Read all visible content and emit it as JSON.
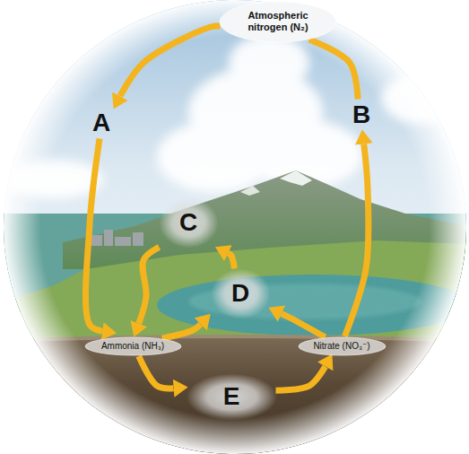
{
  "diagram": {
    "nodes": [
      {
        "text": [
          "Atmospheric nitrogen (N₂)"
        ]
      },
      {
        "text": [
          "A"
        ]
      },
      {
        "text": [
          "B"
        ]
      },
      {
        "text": [
          "C"
        ]
      },
      {
        "text": [
          "D"
        ]
      },
      {
        "text": [
          "Ammonia (NH₃)"
        ]
      },
      {
        "text": [
          "Nitrate (NO₃⁻)"
        ]
      },
      {
        "text": [
          "E"
        ]
      }
    ],
    "edges": [
      {
        "from": 0,
        "to": 1,
        "arrow": "to"
      },
      {
        "from": 1,
        "to": 5,
        "arrow": "to"
      },
      {
        "from": 5,
        "to": 4,
        "arrow": "to"
      },
      {
        "from": 3,
        "to": 5,
        "arrow": "to"
      },
      {
        "from": 4,
        "to": 3,
        "arrow": "to"
      },
      {
        "from": 6,
        "to": 4,
        "arrow": "to"
      },
      {
        "from": 5,
        "to": 7,
        "arrow": "to"
      },
      {
        "from": 7,
        "to": 6,
        "arrow": "to"
      },
      {
        "from": 6,
        "to": 2,
        "arrow": "to"
      },
      {
        "from": 2,
        "to": 0,
        "arrow": "none"
      }
    ]
  }
}
